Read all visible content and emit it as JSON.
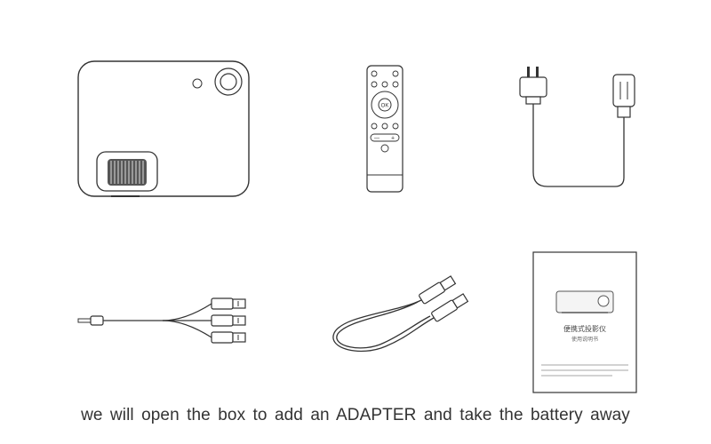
{
  "caption": "we will open the box to add an ADAPTER and take the battery away",
  "items": [
    {
      "name": "projector",
      "icon": "projector-icon"
    },
    {
      "name": "remote-control",
      "icon": "remote-control-icon",
      "ok_label": "OK",
      "minus_label": "—",
      "plus_label": "+"
    },
    {
      "name": "power-cord",
      "icon": "power-plug-icon"
    },
    {
      "name": "av-cable",
      "icon": "av-cable-icon"
    },
    {
      "name": "usb-cable",
      "icon": "usb-cable-icon"
    },
    {
      "name": "user-manual",
      "icon": "manual-icon",
      "title": "便携式投影仪",
      "subtitle": "使用说明书"
    }
  ],
  "colors": {
    "line": "#333333",
    "text": "#333333",
    "background": "#ffffff"
  }
}
